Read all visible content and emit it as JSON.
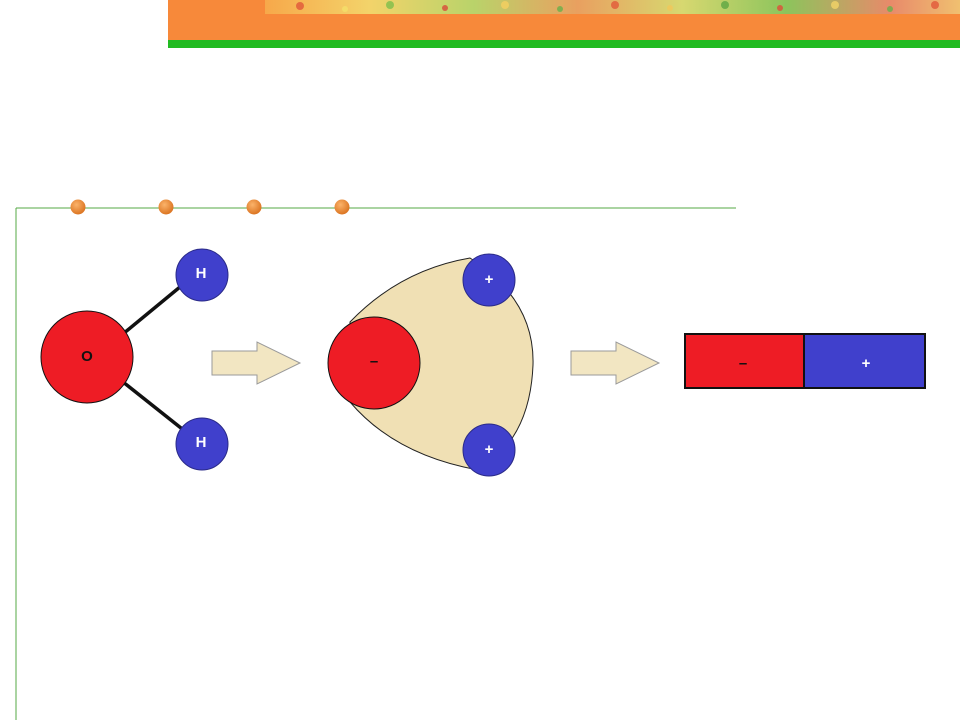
{
  "molecule": {
    "oxygen_label": "O",
    "hydrogen_top_label": "H",
    "hydrogen_bottom_label": "H"
  },
  "charge_model": {
    "negative_label": "–",
    "positive_top_label": "+",
    "positive_bottom_label": "+"
  },
  "dipole_bar": {
    "negative_label": "–",
    "positive_label": "+"
  },
  "colors": {
    "header_orange": "#f7893a",
    "header_green": "#22bb22",
    "frame_green": "#55aa44",
    "bullet_orange": "#e07820",
    "oxygen_red": "#ee1c25",
    "hydrogen_blue": "#4040cc",
    "cloud_fill": "#f0e0b4",
    "arrow_fill": "#f2e6c2",
    "outline": "#111111"
  }
}
